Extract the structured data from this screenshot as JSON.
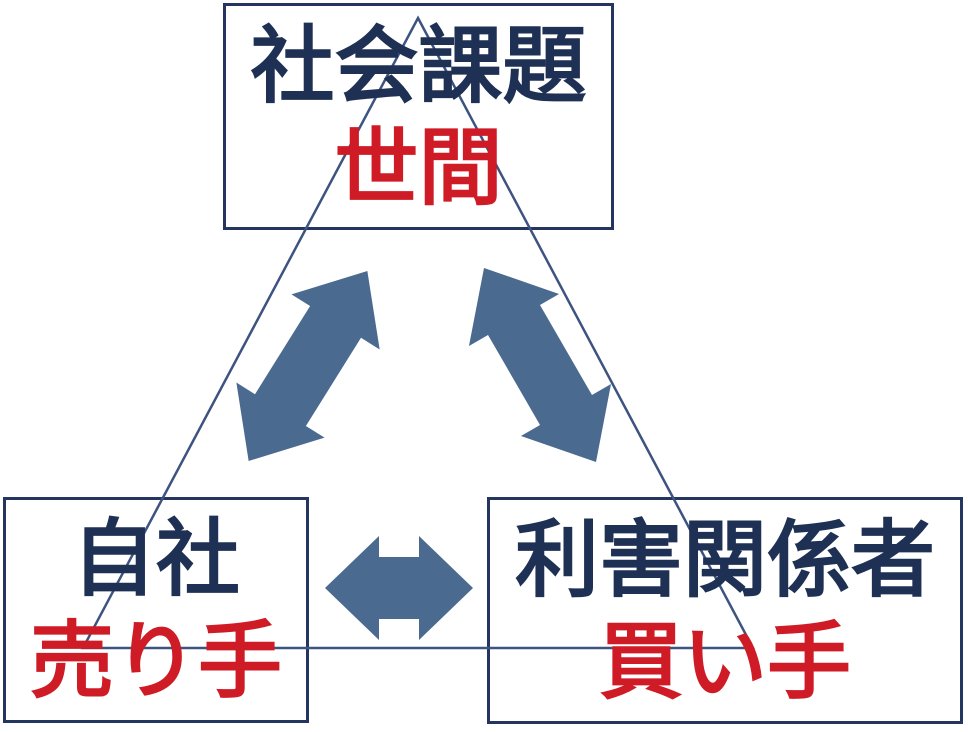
{
  "diagram": {
    "type": "triangle-relationship",
    "nodes": {
      "top": {
        "primary": "社会課題",
        "secondary": "世間"
      },
      "left": {
        "primary": "自社",
        "secondary": "売り手"
      },
      "right": {
        "primary": "利害関係者",
        "secondary": "買い手"
      }
    },
    "arrows": [
      {
        "name": "double-arrow-icon",
        "between": [
          "top",
          "left"
        ]
      },
      {
        "name": "double-arrow-icon",
        "between": [
          "top",
          "right"
        ]
      },
      {
        "name": "double-arrow-icon",
        "between": [
          "left",
          "right"
        ]
      }
    ]
  },
  "colors": {
    "primary_text": "#1e3054",
    "secondary_text": "#cf1b26",
    "arrow": "#4a6a8f",
    "triangle": "#3d5380",
    "box_border": "#24365f",
    "background": "#ffffff"
  }
}
